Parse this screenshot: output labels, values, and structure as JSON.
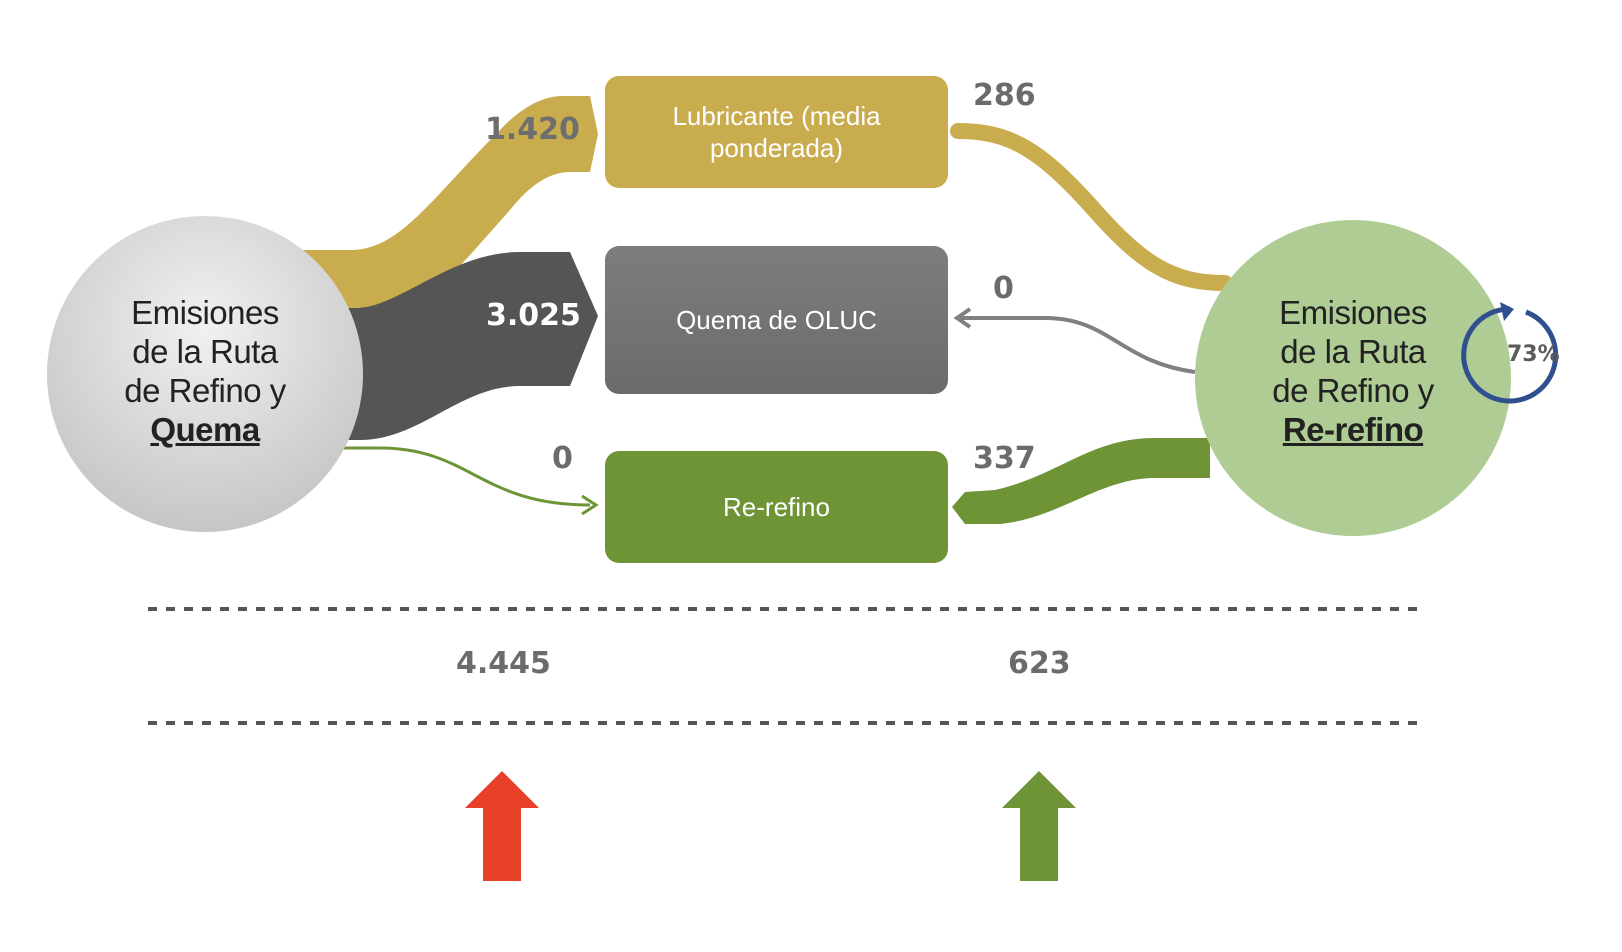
{
  "left_circle": {
    "lines": [
      "Emisiones",
      "de la Ruta",
      "de Refino y"
    ],
    "bold": "Quema"
  },
  "right_circle": {
    "lines": [
      "Emisiones",
      "de la Ruta",
      "de Refino y"
    ],
    "bold": "Re-refino",
    "percent": "73%"
  },
  "boxes": {
    "lubricante": "Lubricante (media ponderada)",
    "quema": "Quema de OLUC",
    "rerefino": "Re-refino"
  },
  "flows": {
    "left_lubricante": "1.420",
    "left_quema": "3.025",
    "left_rerefino": "0",
    "right_lubricante": "286",
    "right_quema": "0",
    "right_rerefino": "337"
  },
  "totals": {
    "left": "4.445",
    "right": "623"
  },
  "colors": {
    "gold": "#c9ac4e",
    "dark_gray": "#555555",
    "box_gray": "#777777",
    "green": "#6e9436",
    "light_green": "#afcc95",
    "red_arrow": "#e8412a",
    "ring_blue": "#2f4f8f"
  }
}
